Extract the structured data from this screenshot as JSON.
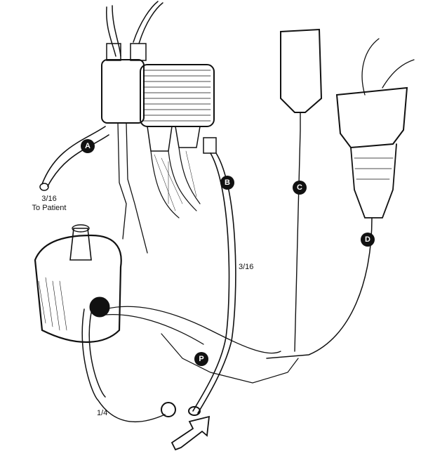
{
  "markers": {
    "a": "A",
    "b": "B",
    "c": "C",
    "d": "D",
    "p": "P"
  },
  "labels": {
    "patient_size": "3/16",
    "patient_text": "To Patient",
    "tube_b_size": "3/16",
    "pump_outlet_size": "1/4"
  }
}
